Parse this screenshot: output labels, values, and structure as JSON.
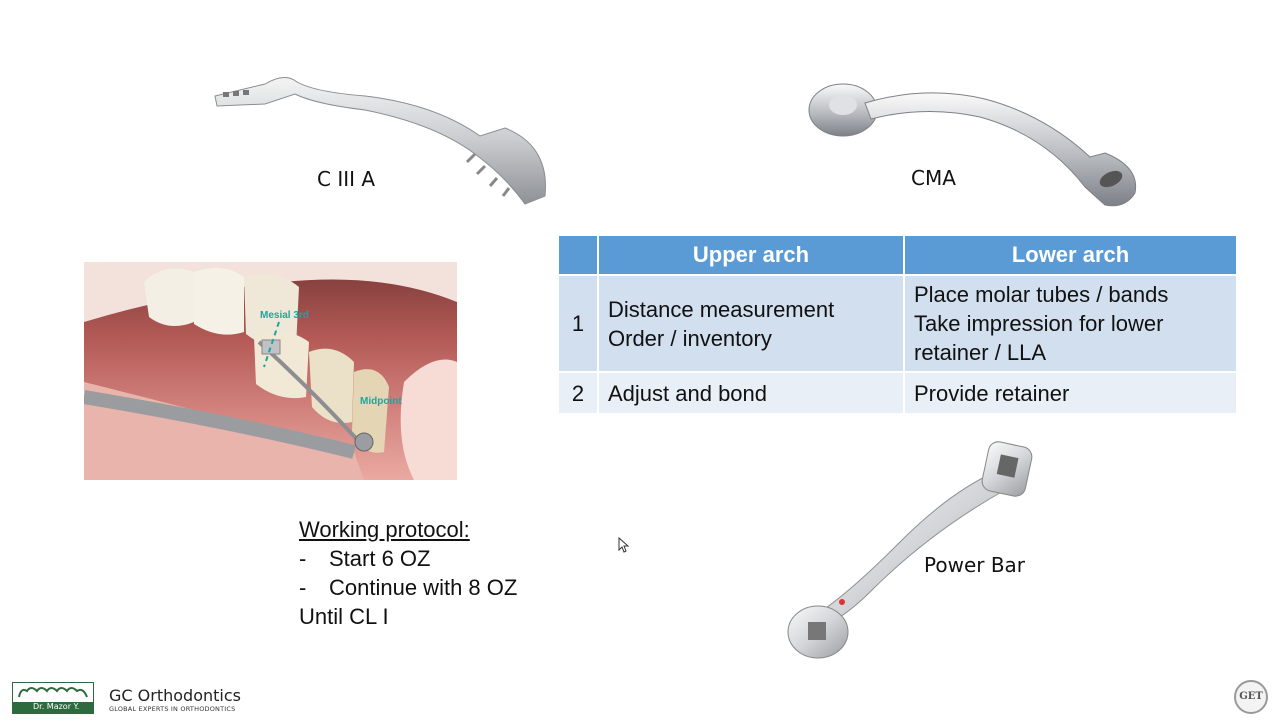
{
  "captions": {
    "c3a": "C III A",
    "cma": "CMA",
    "power_bar": "Power Bar"
  },
  "photo": {
    "label_mesial": "Mesial 3rd",
    "label_midpoint": "Midpoint"
  },
  "table": {
    "headers": [
      "",
      "Upper arch",
      "Lower arch"
    ],
    "rows": [
      {
        "num": "1",
        "upper": [
          "Distance measurement",
          "Order / inventory"
        ],
        "lower": [
          "Place molar tubes / bands",
          "Take impression for lower",
          "retainer / LLA"
        ]
      },
      {
        "num": "2",
        "upper": [
          "Adjust and bond"
        ],
        "lower": [
          "Provide retainer"
        ]
      }
    ]
  },
  "protocol": {
    "heading": "Working protocol:",
    "items": [
      "Start 6 OZ",
      "Continue with 8 OZ"
    ],
    "dash": "-",
    "footer": "Until CL I"
  },
  "footer": {
    "logo_text": "Dr. Mazor Y.",
    "brand_name": "GC Orthodontics",
    "brand_tagline": "GLOBAL EXPERTS IN ORTHODONTICS",
    "badge": "GET"
  }
}
